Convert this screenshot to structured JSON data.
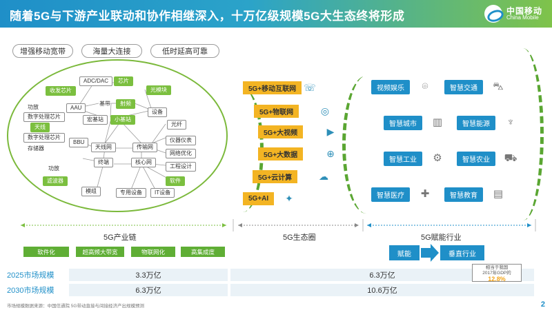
{
  "header": {
    "title": "随着5G与下游产业联动和协作相继深入，十万亿级规模5G大生态终将形成",
    "logo_cn": "中国移动",
    "logo_en": "China Mobile"
  },
  "pills": [
    "增强移动宽带",
    "海量大连接",
    "低时延高可靠"
  ],
  "nodes": {
    "adc_dac": "ADC/DAC",
    "chip": "芯片",
    "rf_chip": "收发芯片",
    "optical_module": "光模块",
    "power_amp": "功放",
    "aau": "AAU",
    "baseband": "基带",
    "antenna": "射频",
    "equipment": "设备",
    "dsp": "数字处理芯片",
    "macro_bs": "宏基站",
    "small_bs": "小基站",
    "fiber": "光纤",
    "storage": "存储器",
    "bbu": "BBU",
    "ran": "天线网",
    "transport": "传输网",
    "meter": "仪器仪表",
    "antenna_green": "天线",
    "net_opt": "网络优化",
    "terminal": "终端",
    "core": "核心网",
    "eng_design": "工程设计",
    "power_amp2": "功放",
    "filter": "滤波器",
    "software": "软件",
    "module": "模组",
    "dedicated_equip": "专用设备",
    "it_equip": "IT设备"
  },
  "ecosystem": [
    "5G+移动互联网",
    "5G+物联网",
    "5G+大视频",
    "5G+大数据",
    "5G+云计算",
    "5G+AI"
  ],
  "industries": [
    "视频娱乐",
    "智慧交通",
    "智慧城市",
    "智慧能源",
    "智慧工业",
    "智慧农业",
    "智慧医疗",
    "智慧教育"
  ],
  "segments": {
    "chain": "5G产业链",
    "ecosphere": "5G生态圈",
    "empower": "5G赋能行业"
  },
  "chips": [
    "软件化",
    "超高频大带宽",
    "物联网化",
    "高集成度"
  ],
  "flow": {
    "enable": "赋能",
    "vertical": "垂直行业"
  },
  "table": {
    "rows": [
      {
        "label": "2025市场规模",
        "chain_value": "3.3万亿",
        "eco_value": "6.3万亿"
      },
      {
        "label": "2030市场规模",
        "chain_value": "6.3万亿",
        "eco_value": "10.6万亿"
      }
    ]
  },
  "gdp_note": {
    "line1": "相当于我国",
    "line2": "2017年GDP的",
    "pct": "12.8%"
  },
  "footnote": "市场规模数据来源：中国信通院 5G带动直接与间接经济产出规模预测",
  "page_number": "2",
  "colors": {
    "brand_blue": "#1f8fc8",
    "brand_green": "#7bbf3f",
    "eco_orange": "#f3b423"
  }
}
